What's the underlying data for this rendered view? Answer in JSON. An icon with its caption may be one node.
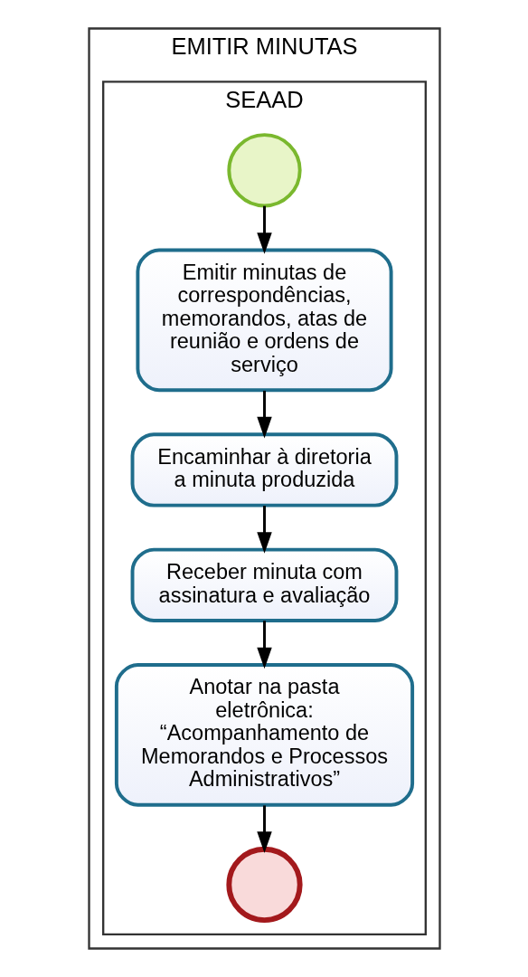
{
  "diagram": {
    "nodes": [
      {
        "text": [
          "EMITIR MINUTAS"
        ]
      },
      {
        "text": [
          "SEAAD"
        ],
        "in": 0
      },
      {
        "text": [],
        "shape": "circle",
        "in": 1
      },
      {
        "text": [
          "Emitir minutas de correspondências, memorandos, atas de reunião e ordens de serviço"
        ],
        "in": 1
      },
      {
        "text": [
          "Encaminhar à diretoria a minuta produzida"
        ],
        "in": 1
      },
      {
        "text": [
          "Receber minuta com assinatura e avaliação"
        ],
        "in": 1
      },
      {
        "text": [
          "Anotar na pasta eletrônica: “Acompanhamento de Memorandos e Processos Administrativos”"
        ],
        "in": 1
      },
      {
        "text": [],
        "shape": "circle",
        "in": 1
      }
    ],
    "edges": [
      {
        "from": 2,
        "to": 3,
        "arrow": "to"
      },
      {
        "from": 3,
        "to": 4,
        "arrow": "to"
      },
      {
        "from": 4,
        "to": 5,
        "arrow": "to"
      },
      {
        "from": 5,
        "to": 6,
        "arrow": "to"
      },
      {
        "from": 6,
        "to": 7,
        "arrow": "to"
      }
    ]
  }
}
